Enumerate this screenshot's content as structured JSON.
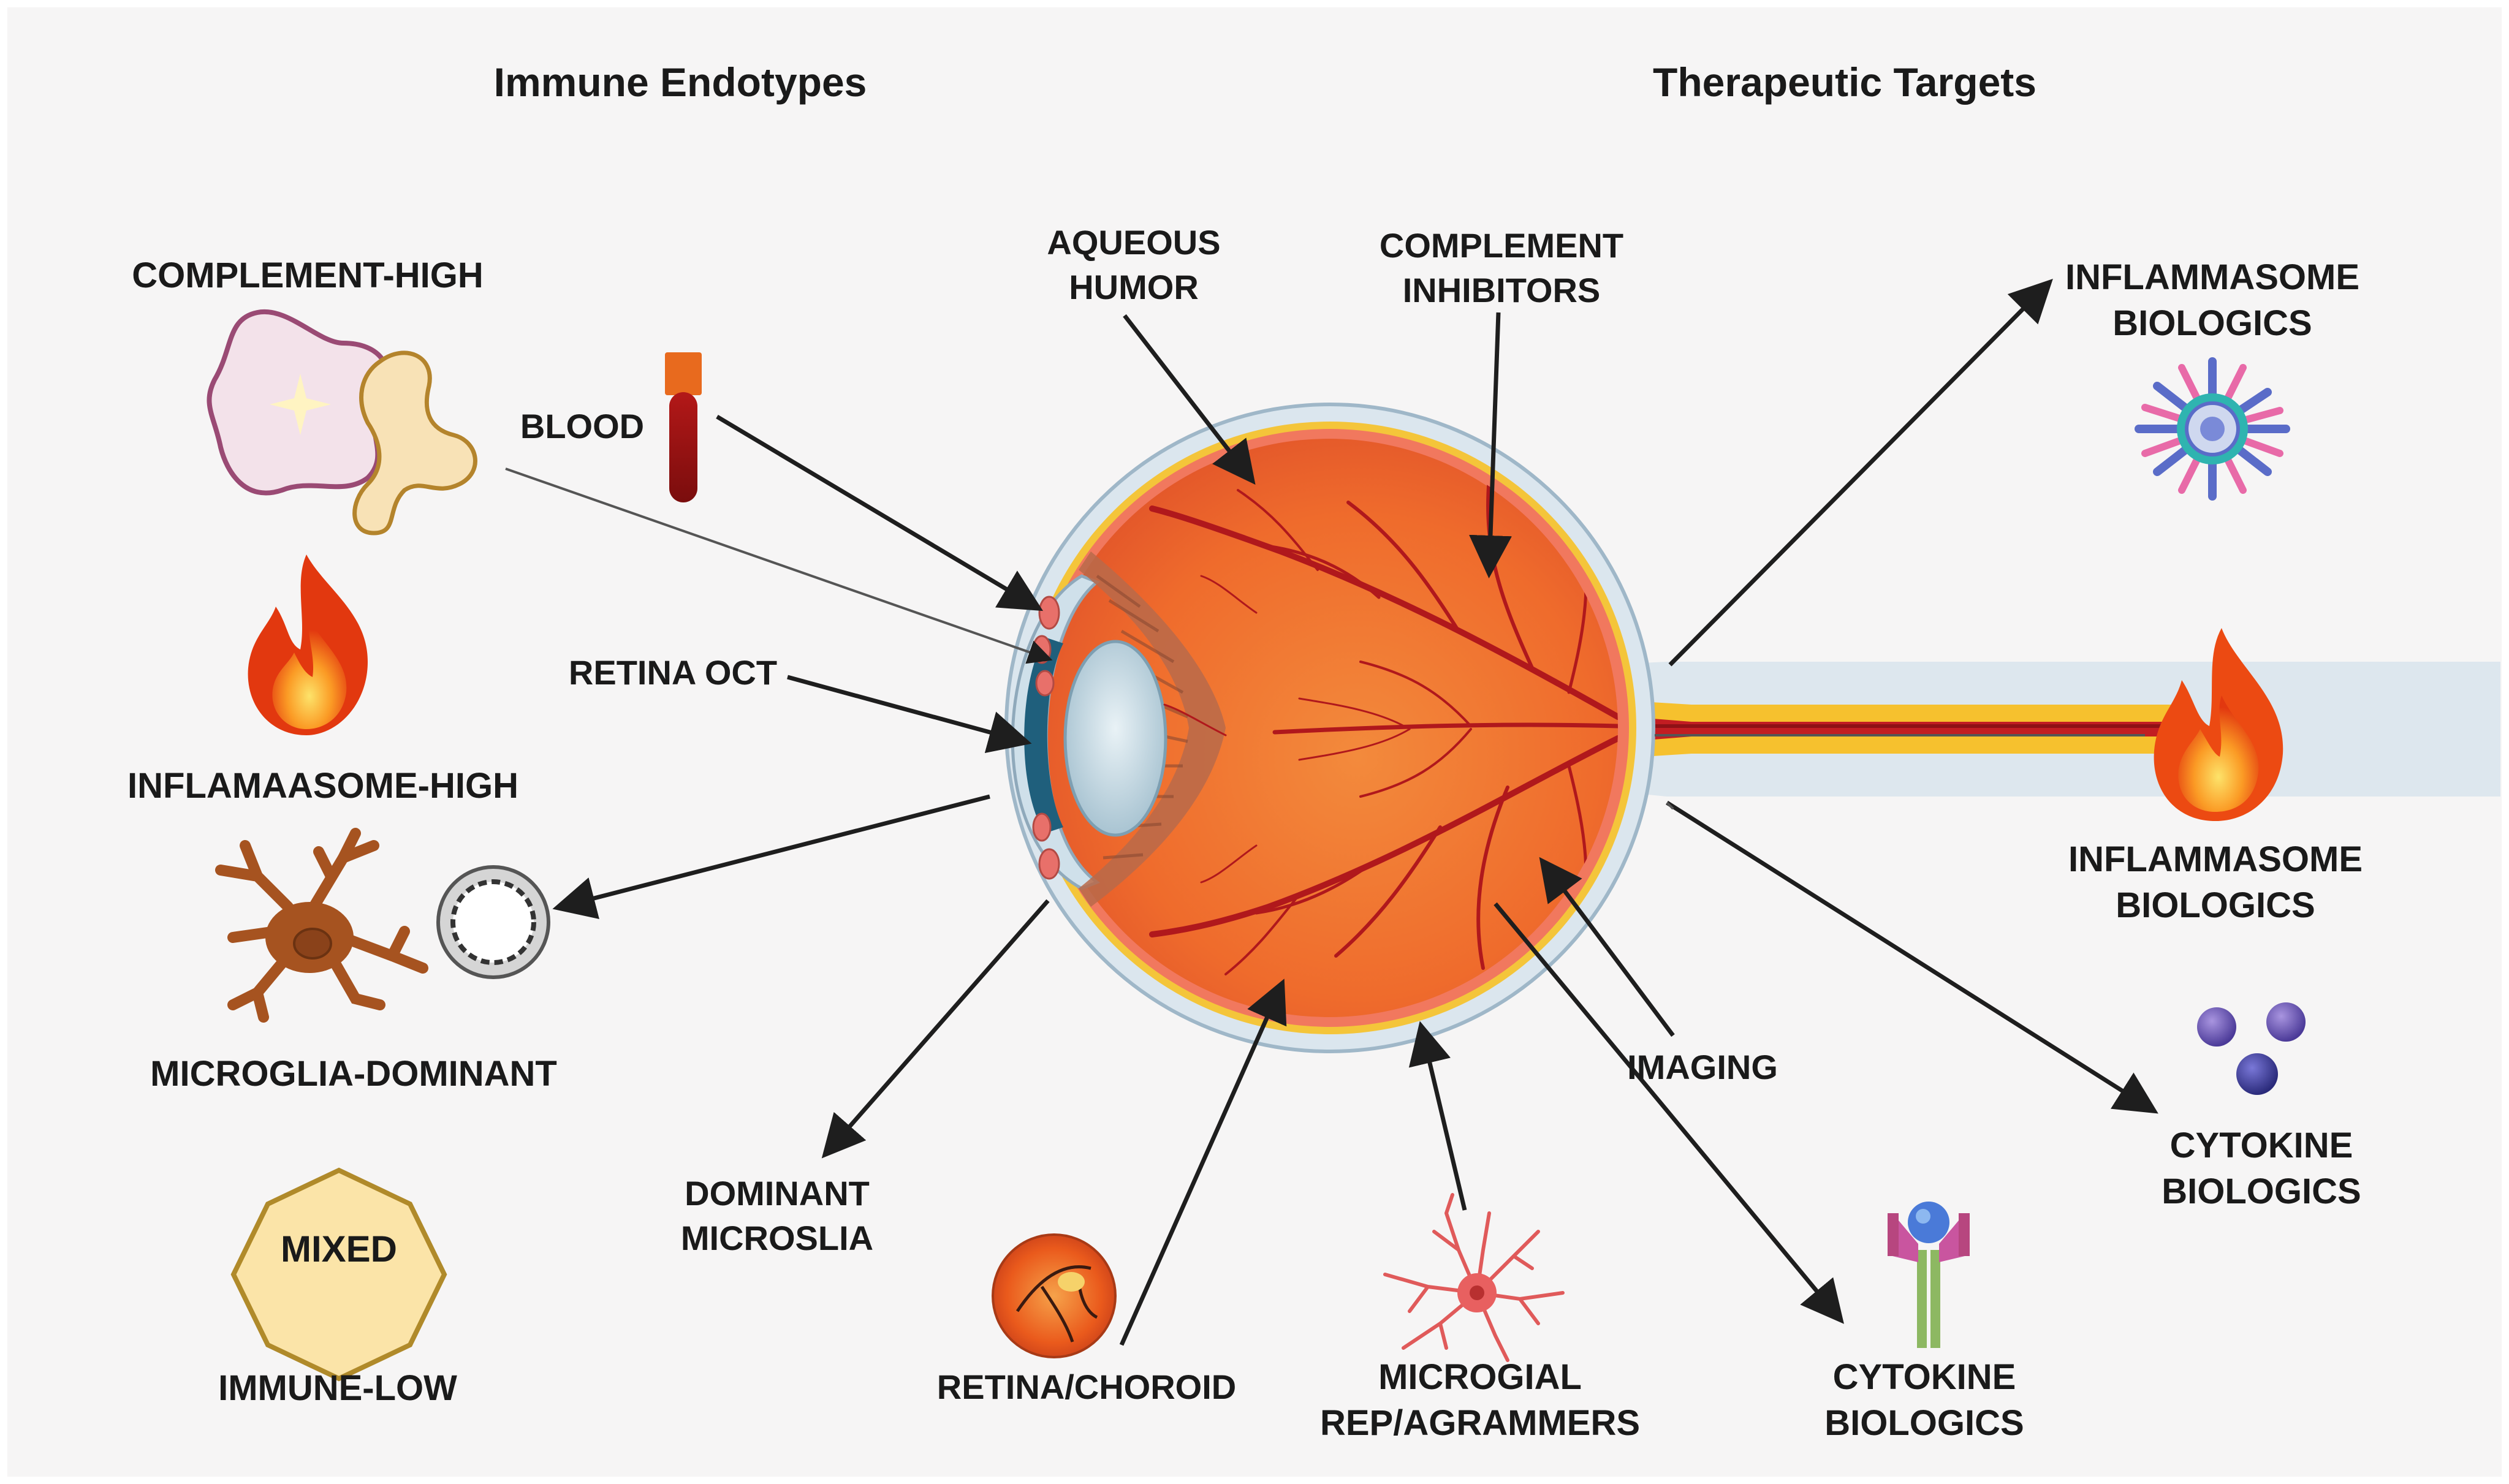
{
  "headers": {
    "left": "Immune Endotypes",
    "right": "Therapeutic Targets"
  },
  "endotypes": {
    "complement_high": "COMPLEMENT-HIGH",
    "inflammasome_high": "INFLAMAASOME-HIGH",
    "microglia_dominant": "MICROGLIA-DOMINANT",
    "mixed": "MIXED",
    "immune_low": "IMMUNE-LOW"
  },
  "samples": {
    "blood": "BLOOD",
    "retina_oct": "RETINA OCT",
    "aqueous_humor": [
      "AQUEOUS",
      "HUMOR"
    ],
    "dominant_microglia": [
      "DOMINANT",
      "MICROSLIA"
    ],
    "retina_choroid": "RETINA/CHOROID",
    "imaging": "IMAGING"
  },
  "targets": {
    "complement_inhibitors": [
      "COMPLEMENT",
      "INHIBITORS"
    ],
    "inflammasome_biologics_top": [
      "INFLAMMASOME",
      "BIOLOGICS"
    ],
    "inflammasome_biologics_mid": [
      "INFLAMMASOME",
      "BIOLOGICS"
    ],
    "cytokine_biologics_right": [
      "CYTOKINE",
      "BIOLOGICS"
    ],
    "cytokine_biologics_bottom": [
      "CYTOKINE",
      "BIOLOGICS"
    ],
    "microglial_reprogrammers": [
      "MICROGIAL",
      "REP/AGRAMMERS"
    ]
  },
  "colors": {
    "background": "#f6f5f5",
    "sclera": "#dce6ee",
    "choroid": "#f07f67",
    "retina_inner": "#ef6a2e",
    "vessels": "#b0181c",
    "optic_nerve_yellow": "#f6c12e",
    "flame_outer": "#e23a12",
    "flame_inner": "#fbb02d",
    "microglia": "#a65320",
    "mixed_fill": "#fbe4a8",
    "mixed_stroke": "#b08a2a",
    "cytokine_purple": "#5c4aa8",
    "arrow": "#1e1e1e"
  }
}
